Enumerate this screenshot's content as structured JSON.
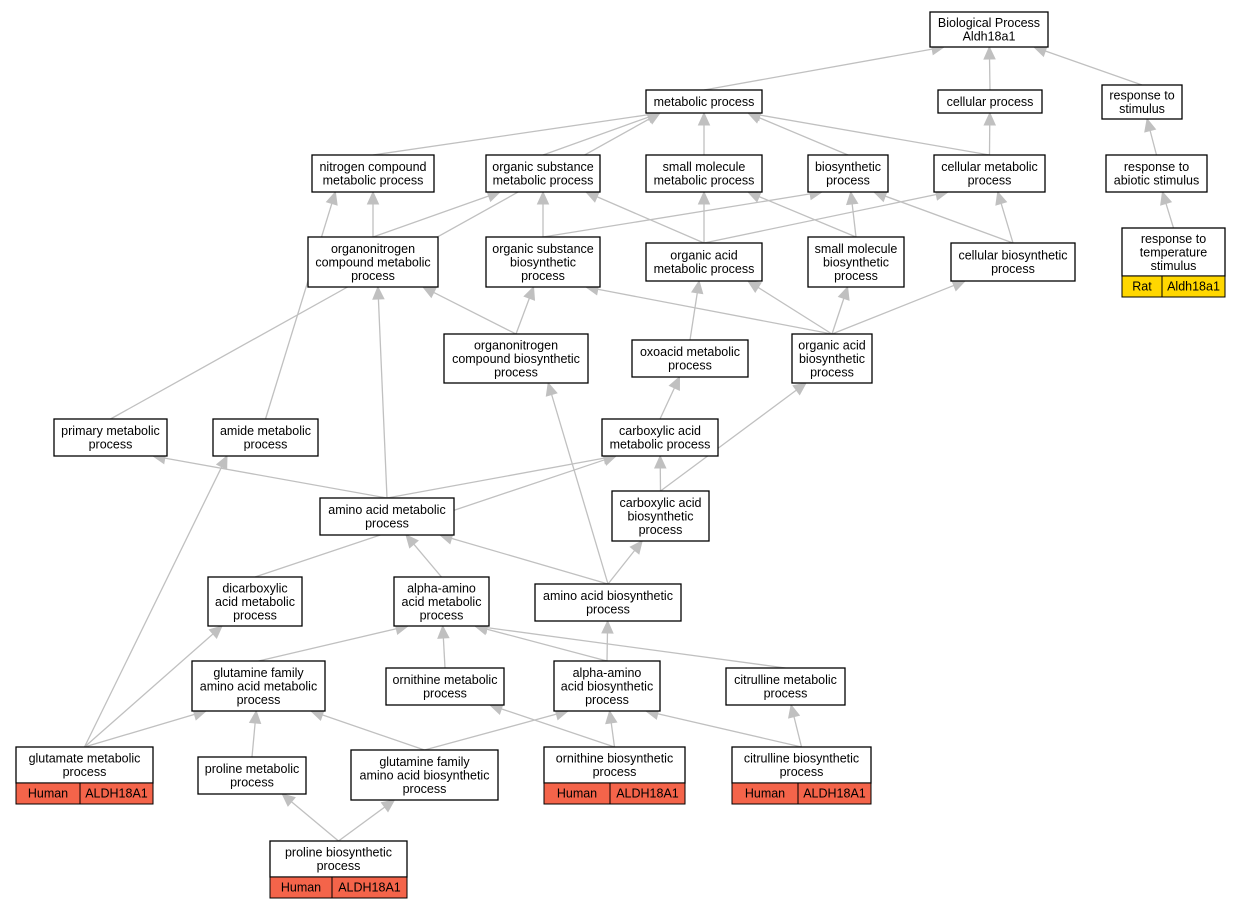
{
  "graph": {
    "nodes": [
      {
        "id": "bp",
        "lines": [
          "Biological Process",
          "Aldh18a1"
        ]
      },
      {
        "id": "metabolic",
        "lines": [
          "metabolic process"
        ]
      },
      {
        "id": "cellular",
        "lines": [
          "cellular process"
        ]
      },
      {
        "id": "response_stimulus",
        "lines": [
          "response to",
          "stimulus"
        ]
      },
      {
        "id": "nitrogen_compound",
        "lines": [
          "nitrogen compound",
          "metabolic process"
        ]
      },
      {
        "id": "organic_substance_met",
        "lines": [
          "organic substance",
          "metabolic process"
        ]
      },
      {
        "id": "small_molecule_met",
        "lines": [
          "small molecule",
          "metabolic process"
        ]
      },
      {
        "id": "biosynthetic",
        "lines": [
          "biosynthetic",
          "process"
        ]
      },
      {
        "id": "cellular_metabolic",
        "lines": [
          "cellular metabolic",
          "process"
        ]
      },
      {
        "id": "response_abiotic",
        "lines": [
          "response to",
          "abiotic stimulus"
        ]
      },
      {
        "id": "organonitrogen_met",
        "lines": [
          "organonitrogen",
          "compound metabolic",
          "process"
        ]
      },
      {
        "id": "organic_substance_bio",
        "lines": [
          "organic substance",
          "biosynthetic",
          "process"
        ]
      },
      {
        "id": "organic_acid_met",
        "lines": [
          "organic acid",
          "metabolic process"
        ]
      },
      {
        "id": "small_molecule_bio",
        "lines": [
          "small molecule",
          "biosynthetic",
          "process"
        ]
      },
      {
        "id": "cellular_bio",
        "lines": [
          "cellular biosynthetic",
          "process"
        ]
      },
      {
        "id": "response_temp",
        "lines": [
          "response to",
          "temperature",
          "stimulus"
        ],
        "badge": [
          "Rat",
          "Aldh18a1"
        ],
        "badge_color": "#ffd700"
      },
      {
        "id": "organonitrogen_bio",
        "lines": [
          "organonitrogen",
          "compound biosynthetic",
          "process"
        ]
      },
      {
        "id": "oxoacid_met",
        "lines": [
          "oxoacid metabolic",
          "process"
        ]
      },
      {
        "id": "organic_acid_bio",
        "lines": [
          "organic acid",
          "biosynthetic",
          "process"
        ]
      },
      {
        "id": "primary_met",
        "lines": [
          "primary metabolic",
          "process"
        ]
      },
      {
        "id": "amide_met",
        "lines": [
          "amide metabolic",
          "process"
        ]
      },
      {
        "id": "carboxylic_met",
        "lines": [
          "carboxylic acid",
          "metabolic process"
        ]
      },
      {
        "id": "amino_acid_met",
        "lines": [
          "amino acid metabolic",
          "process"
        ]
      },
      {
        "id": "carboxylic_bio",
        "lines": [
          "carboxylic acid",
          "biosynthetic",
          "process"
        ]
      },
      {
        "id": "dicarboxylic_met",
        "lines": [
          "dicarboxylic",
          "acid metabolic",
          "process"
        ]
      },
      {
        "id": "alpha_amino_met",
        "lines": [
          "alpha-amino",
          "acid metabolic",
          "process"
        ]
      },
      {
        "id": "amino_acid_bio",
        "lines": [
          "amino acid biosynthetic",
          "process"
        ]
      },
      {
        "id": "glutamine_family_met",
        "lines": [
          "glutamine family",
          "amino acid metabolic",
          "process"
        ]
      },
      {
        "id": "ornithine_met",
        "lines": [
          "ornithine metabolic",
          "process"
        ]
      },
      {
        "id": "alpha_amino_bio",
        "lines": [
          "alpha-amino",
          "acid biosynthetic",
          "process"
        ]
      },
      {
        "id": "citrulline_met",
        "lines": [
          "citrulline metabolic",
          "process"
        ]
      },
      {
        "id": "glutamate_met",
        "lines": [
          "glutamate metabolic",
          "process"
        ],
        "badge": [
          "Human",
          "ALDH18A1"
        ],
        "badge_color": "#f4644a"
      },
      {
        "id": "proline_met",
        "lines": [
          "proline metabolic",
          "process"
        ]
      },
      {
        "id": "glutamine_family_bio",
        "lines": [
          "glutamine family",
          "amino acid biosynthetic",
          "process"
        ]
      },
      {
        "id": "ornithine_bio",
        "lines": [
          "ornithine biosynthetic",
          "process"
        ],
        "badge": [
          "Human",
          "ALDH18A1"
        ],
        "badge_color": "#f4644a"
      },
      {
        "id": "citrulline_bio",
        "lines": [
          "citrulline biosynthetic",
          "process"
        ],
        "badge": [
          "Human",
          "ALDH18A1"
        ],
        "badge_color": "#f4644a"
      },
      {
        "id": "proline_bio",
        "lines": [
          "proline biosynthetic",
          "process"
        ],
        "badge": [
          "Human",
          "ALDH18A1"
        ],
        "badge_color": "#f4644a"
      }
    ],
    "edges": [
      [
        "metabolic",
        "bp"
      ],
      [
        "cellular",
        "bp"
      ],
      [
        "response_stimulus",
        "bp"
      ],
      [
        "nitrogen_compound",
        "metabolic"
      ],
      [
        "organic_substance_met",
        "metabolic"
      ],
      [
        "small_molecule_met",
        "metabolic"
      ],
      [
        "biosynthetic",
        "metabolic"
      ],
      [
        "cellular_metabolic",
        "metabolic"
      ],
      [
        "cellular_metabolic",
        "cellular"
      ],
      [
        "response_abiotic",
        "response_stimulus"
      ],
      [
        "response_temp",
        "response_abiotic"
      ],
      [
        "organonitrogen_met",
        "nitrogen_compound"
      ],
      [
        "organonitrogen_met",
        "organic_substance_met"
      ],
      [
        "organic_substance_bio",
        "organic_substance_met"
      ],
      [
        "organic_substance_bio",
        "biosynthetic"
      ],
      [
        "organic_acid_met",
        "organic_substance_met"
      ],
      [
        "organic_acid_met",
        "small_molecule_met"
      ],
      [
        "organic_acid_met",
        "cellular_metabolic"
      ],
      [
        "small_molecule_bio",
        "small_molecule_met"
      ],
      [
        "small_molecule_bio",
        "biosynthetic"
      ],
      [
        "cellular_bio",
        "biosynthetic"
      ],
      [
        "cellular_bio",
        "cellular_metabolic"
      ],
      [
        "organonitrogen_bio",
        "organonitrogen_met"
      ],
      [
        "organonitrogen_bio",
        "organic_substance_bio"
      ],
      [
        "oxoacid_met",
        "organic_acid_met"
      ],
      [
        "organic_acid_bio",
        "organic_acid_met"
      ],
      [
        "organic_acid_bio",
        "organic_substance_bio"
      ],
      [
        "organic_acid_bio",
        "small_molecule_bio"
      ],
      [
        "organic_acid_bio",
        "cellular_bio"
      ],
      [
        "primary_met",
        "metabolic"
      ],
      [
        "amide_met",
        "nitrogen_compound"
      ],
      [
        "carboxylic_met",
        "oxoacid_met"
      ],
      [
        "amino_acid_met",
        "primary_met"
      ],
      [
        "amino_acid_met",
        "organonitrogen_met"
      ],
      [
        "amino_acid_met",
        "carboxylic_met"
      ],
      [
        "carboxylic_bio",
        "carboxylic_met"
      ],
      [
        "carboxylic_bio",
        "organic_acid_bio"
      ],
      [
        "dicarboxylic_met",
        "carboxylic_met"
      ],
      [
        "alpha_amino_met",
        "amino_acid_met"
      ],
      [
        "amino_acid_bio",
        "amino_acid_met"
      ],
      [
        "amino_acid_bio",
        "carboxylic_bio"
      ],
      [
        "amino_acid_bio",
        "organonitrogen_bio"
      ],
      [
        "glutamine_family_met",
        "alpha_amino_met"
      ],
      [
        "ornithine_met",
        "alpha_amino_met"
      ],
      [
        "alpha_amino_bio",
        "alpha_amino_met"
      ],
      [
        "alpha_amino_bio",
        "amino_acid_bio"
      ],
      [
        "citrulline_met",
        "alpha_amino_met"
      ],
      [
        "glutamate_met",
        "amide_met"
      ],
      [
        "glutamate_met",
        "dicarboxylic_met"
      ],
      [
        "glutamate_met",
        "glutamine_family_met"
      ],
      [
        "proline_met",
        "glutamine_family_met"
      ],
      [
        "glutamine_family_bio",
        "glutamine_family_met"
      ],
      [
        "glutamine_family_bio",
        "alpha_amino_bio"
      ],
      [
        "ornithine_bio",
        "ornithine_met"
      ],
      [
        "ornithine_bio",
        "alpha_amino_bio"
      ],
      [
        "citrulline_bio",
        "citrulline_met"
      ],
      [
        "citrulline_bio",
        "alpha_amino_bio"
      ],
      [
        "proline_bio",
        "proline_met"
      ],
      [
        "proline_bio",
        "glutamine_family_bio"
      ]
    ]
  }
}
